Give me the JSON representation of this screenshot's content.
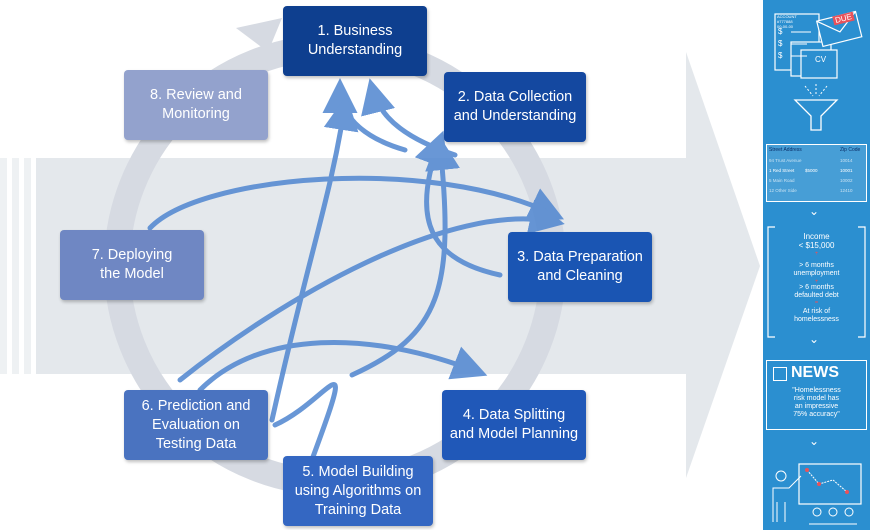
{
  "steps": [
    {
      "label": "1. Business\nUnderstanding",
      "color": "#0e3f8f"
    },
    {
      "label": "2. Data Collection\nand Understanding",
      "color": "#1448a0"
    },
    {
      "label": "3. Data Preparation\nand Cleaning",
      "color": "#1a55b3"
    },
    {
      "label": "4. Data Splitting\nand Model Planning",
      "color": "#2058b8"
    },
    {
      "label": "5. Model Building\nusing Algorithms on\nTraining Data",
      "color": "#3467c2"
    },
    {
      "label": "6. Prediction and\nEvaluation on\nTesting Data",
      "color": "#4a73c0"
    },
    {
      "label": "7. Deploying\nthe Model",
      "color": "#6f87c3"
    },
    {
      "label": "8. Review and\nMonitoring",
      "color": "#93a2cd"
    }
  ],
  "side_panel": {
    "envelope_tag": "DUE",
    "account_text": "ACCOUNT\n#777888\n00-00-00",
    "dollar_signs": [
      "$",
      "$",
      "$"
    ],
    "cv_label": "CV",
    "table_headers": [
      "Street Address",
      "Zip Code"
    ],
    "table_rows": [
      [
        "94 Trust Avenue",
        "10014"
      ],
      [
        "1 Red Street",
        "10001"
      ],
      [
        "5 Main Road",
        "10002"
      ],
      [
        "12 Other Side",
        "12410"
      ]
    ],
    "highlight_value": "$5000",
    "criteria": [
      "Income\n< $15,000",
      "> 6 months\nunemployment",
      "> 6 months\ndefaulted debt",
      "At risk of\nhomelessness"
    ],
    "plus_sign": "+",
    "news_title": "NEWS",
    "news_quote": "\"Homelessness\nrisk model has\nan impressive\n75% accuracy\""
  }
}
